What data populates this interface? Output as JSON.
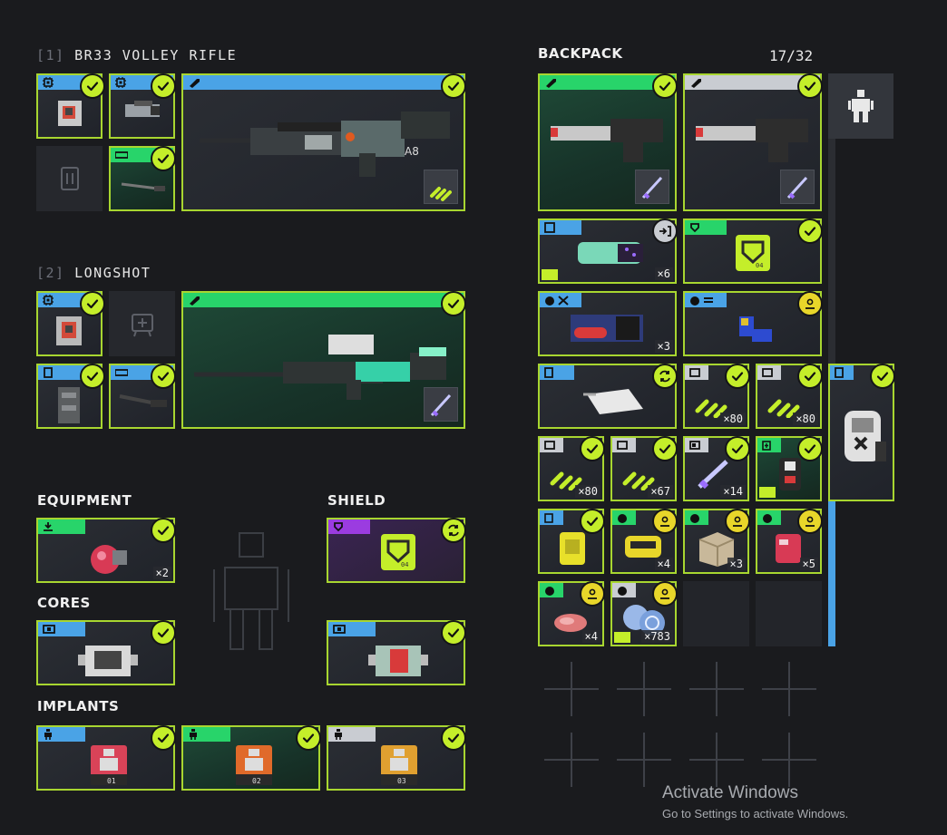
{
  "weapons": [
    {
      "index": "[1]",
      "name": "BR33 VOLLEY RIFLE"
    },
    {
      "index": "[2]",
      "name": "LONGSHOT"
    }
  ],
  "sections": {
    "equipment": "EQUIPMENT",
    "shield": "SHIELD",
    "cores": "CORES",
    "implants": "IMPLANTS"
  },
  "weapon_tag": {
    "rifle_label": "A8"
  },
  "equipment_qty": "×2",
  "shield_tag_text": "04",
  "backpack": {
    "title": "BACKPACK",
    "count": "17/32",
    "quantities": {
      "scanner": "×6",
      "battery": "×3",
      "ammo1": "×80",
      "ammo2": "×80",
      "ammo3": "×80",
      "ammo4": "×67",
      "syringe": "×14",
      "gear": "×4",
      "box": "×3",
      "pack": "×5",
      "meat": "×4",
      "coins": "×783"
    },
    "shield_module_text": "04"
  },
  "implant_labels": [
    "01",
    "02",
    "03"
  ],
  "watermark": {
    "title": "Activate Windows",
    "subtitle": "Go to Settings to activate Windows."
  },
  "colors": {
    "accent_lime": "#c4ee2a",
    "border_lime": "#a8d630",
    "tag_blue": "#4aa3e6",
    "tag_green": "#28d46a",
    "tag_grey": "#c9ccd2",
    "tag_purple": "#9b3ce0",
    "badge_yellow": "#e8d62a",
    "background": "#1a1b1e"
  }
}
